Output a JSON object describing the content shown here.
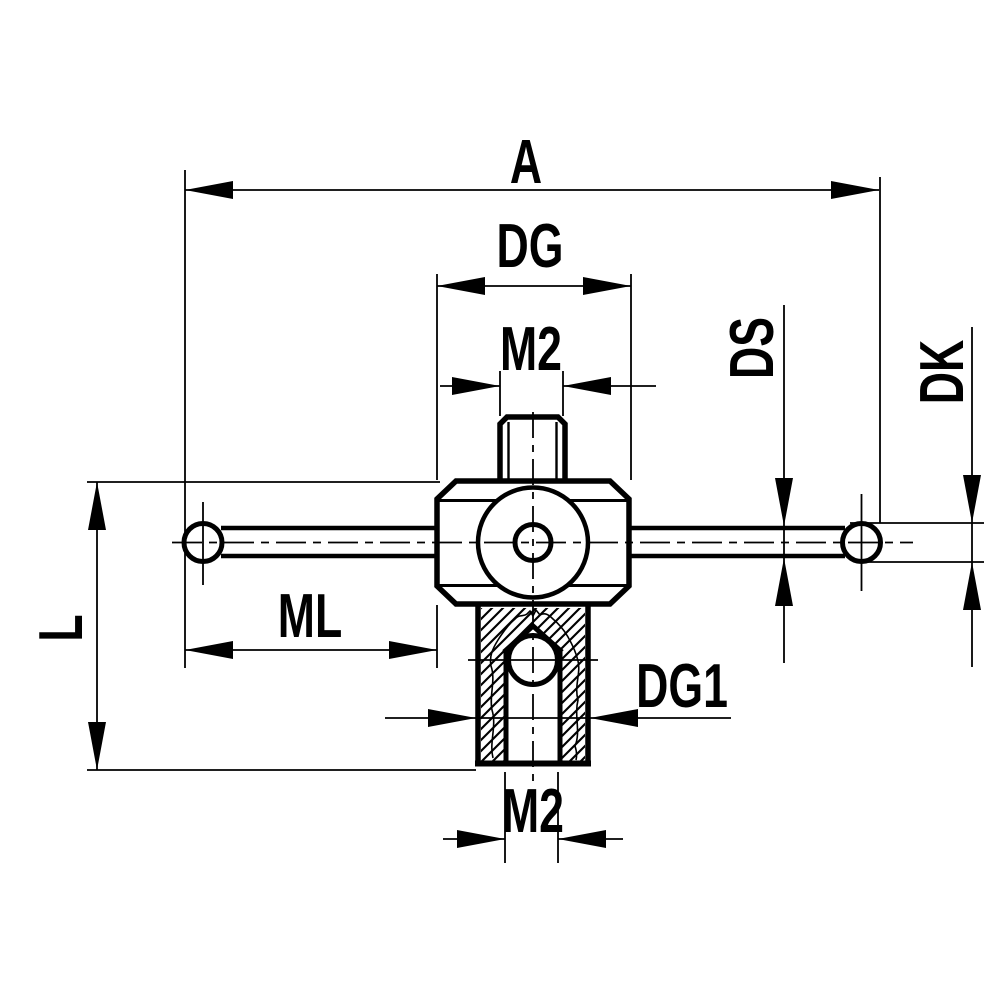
{
  "drawing": {
    "colors": {
      "line": "#000000",
      "background": "#ffffff"
    },
    "labels": {
      "a": "A",
      "dg": "DG",
      "m2_top": "M2",
      "ds": "DS",
      "dk": "DK",
      "ml": "ML",
      "l": "L",
      "dg1": "DG1",
      "m2_bottom": "M2"
    }
  }
}
